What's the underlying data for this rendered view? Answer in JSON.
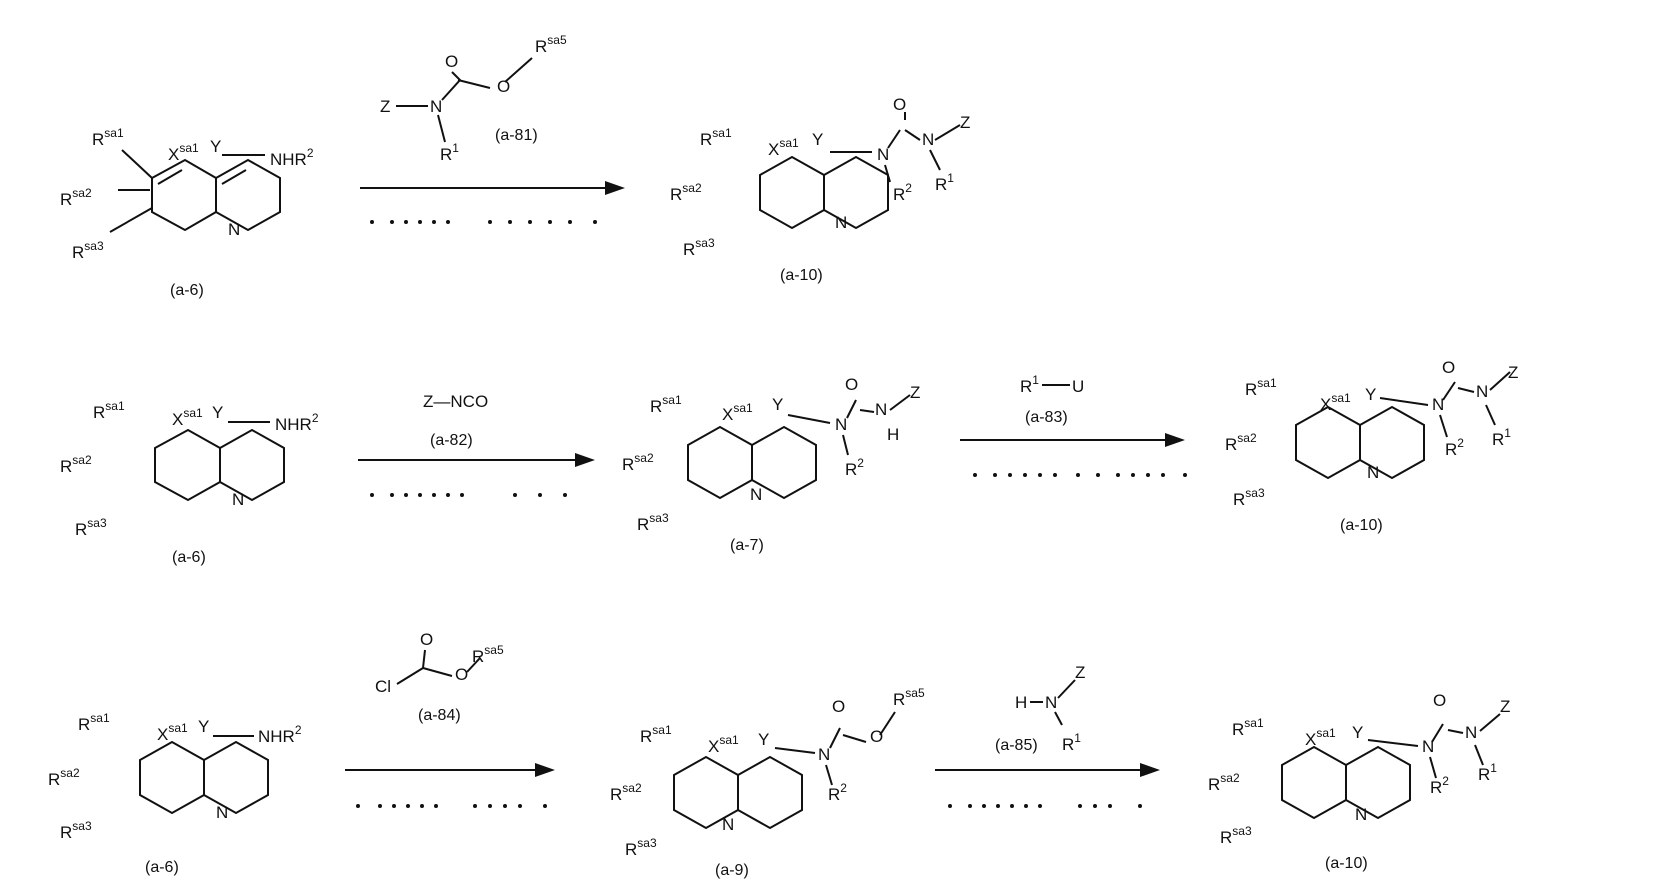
{
  "compounds": {
    "a6": "(a-6)",
    "a6_italic": "(a-6)",
    "a7": "(a-7)",
    "a9": "(a-9)",
    "a10": "(a-10)",
    "a81": "(a-81)",
    "a82": "(a-82)",
    "a83": "(a-83)",
    "a84": "(a-84)",
    "a85": "(a-85)"
  },
  "atoms": {
    "R": "R",
    "sa1": "sa1",
    "sa2": "sa2",
    "sa3": "sa3",
    "sa5": "sa5",
    "X": "X",
    "Y": "Y",
    "N": "N",
    "NHR2": "NHR",
    "sup2": "2",
    "sup1": "1",
    "Z": "Z",
    "O": "O",
    "H": "H",
    "U": "U",
    "Cl": "Cl",
    "NCO": "Z—NCO",
    "HN": "H",
    "dash": "-"
  },
  "reagents": {
    "r1_label": "R",
    "r1_sup": "1",
    "r1_u": "U"
  }
}
